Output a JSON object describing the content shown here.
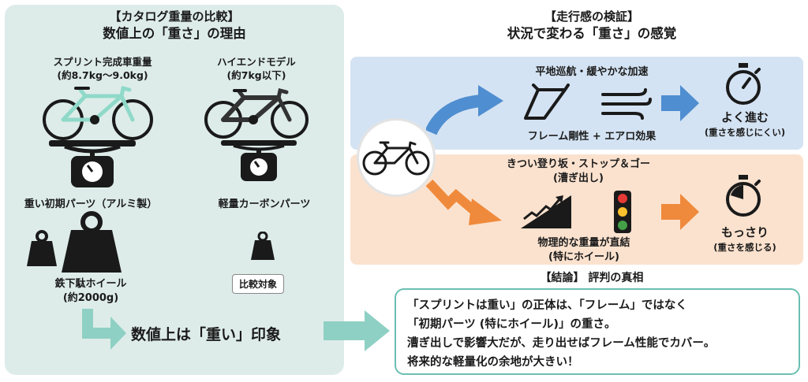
{
  "left": {
    "title_line1": "【カタログ重量の比較】",
    "title_line2": "数値上の「重さ」の理由",
    "sprint": {
      "name": "スプリント完成車重量",
      "weight": "(約8.7kg〜9.0kg)"
    },
    "highend": {
      "name": "ハイエンドモデル",
      "weight": "(約7kg以下)"
    },
    "heavy_parts": "重い初期パーツ（アルミ製）",
    "light_parts": "軽量カーボンパーツ",
    "wheel_name": "鉄下駄ホイール",
    "wheel_weight": "(約2000g)",
    "compare_tag": "比較対象",
    "result": "数値上は「重い」印象"
  },
  "right": {
    "title_line1": "【走行感の検証】",
    "title_line2": "状況で変わる「重さ」の感覚",
    "flat": {
      "scene": "平地巡航・緩やかな加速",
      "factor": "フレーム剛性 + エアロ効果",
      "outcome": "よく進む",
      "outcome_sub": "(重さを感じにくい)"
    },
    "climb": {
      "scene": "きつい登り坂・ストップ＆ゴー",
      "scene_sub": "(漕ぎ出し)",
      "factor": "物理的な重量が直結",
      "factor_sub": "(特にホイール)",
      "outcome": "もっさり",
      "outcome_sub": "(重さを感じる)"
    }
  },
  "conclusion": {
    "title": "【結論】 評判の真相",
    "lines": [
      "「スプリントは重い」の正体は、「フレーム」ではなく",
      "「初期パーツ (特にホイール)」の重さ。",
      "漕ぎ出しで影響大だが、走り出せばフレーム性能でカバー。",
      "将来的な軽量化の余地が大きい！"
    ]
  },
  "colors": {
    "teal_panel": "#ddece9",
    "teal_arrow": "#8fd0c4",
    "blue_band": "#d4e3f3",
    "blue_arrow": "#4f8ed0",
    "orange_band": "#fbe2ce",
    "orange_arrow": "#ef8a3c",
    "bike_mint": "#8fd9c9"
  }
}
